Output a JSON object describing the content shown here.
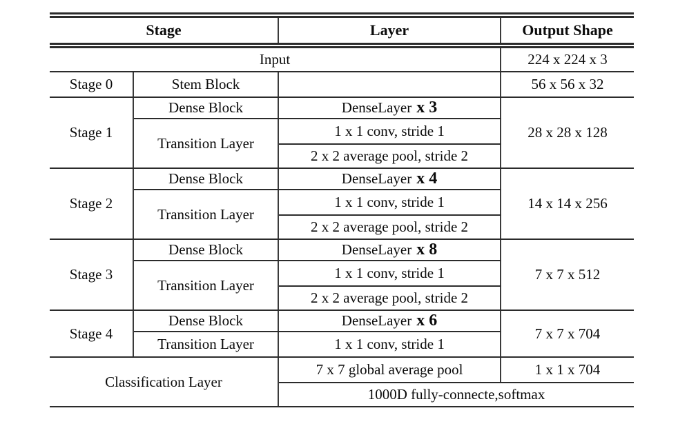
{
  "table": {
    "header": {
      "stage": "Stage",
      "layer": "Layer",
      "output": "Output Shape"
    },
    "input_row": {
      "label": "Input",
      "output": "224 x 224 x 3"
    },
    "stage0": {
      "name": "Stage 0",
      "block": "Stem Block",
      "layer": "",
      "output": "56 x 56 x 32"
    },
    "stages": [
      {
        "name": "Stage 1",
        "dense_block": "Dense Block",
        "dense_layer": "DenseLayer",
        "multiplier": "x 3",
        "transition": "Transition Layer",
        "conv": "1 x 1 conv, stride 1",
        "pool": "2 x 2 average pool, stride 2",
        "output": "28 x 28 x 128"
      },
      {
        "name": "Stage 2",
        "dense_block": "Dense Block",
        "dense_layer": "DenseLayer",
        "multiplier": "x 4",
        "transition": "Transition Layer",
        "conv": "1 x 1 conv, stride 1",
        "pool": "2 x 2 average pool, stride 2",
        "output": "14 x 14 x 256"
      },
      {
        "name": "Stage 3",
        "dense_block": "Dense Block",
        "dense_layer": "DenseLayer",
        "multiplier": "x 8",
        "transition": "Transition Layer",
        "conv": "1 x 1 conv, stride 1",
        "pool": "2 x 2 average pool, stride 2",
        "output": "7 x 7 x 512"
      },
      {
        "name": "Stage 4",
        "dense_block": "Dense Block",
        "dense_layer": "DenseLayer",
        "multiplier": "x 6",
        "transition": "Transition Layer",
        "conv": "1 x 1 conv, stride 1",
        "output": "7 x 7 x 704"
      }
    ],
    "classification": {
      "name": "Classification Layer",
      "gap": "7 x 7 global average pool",
      "gap_output": "1 x 1 x 704",
      "fc": "1000D fully-connecte,softmax"
    }
  }
}
